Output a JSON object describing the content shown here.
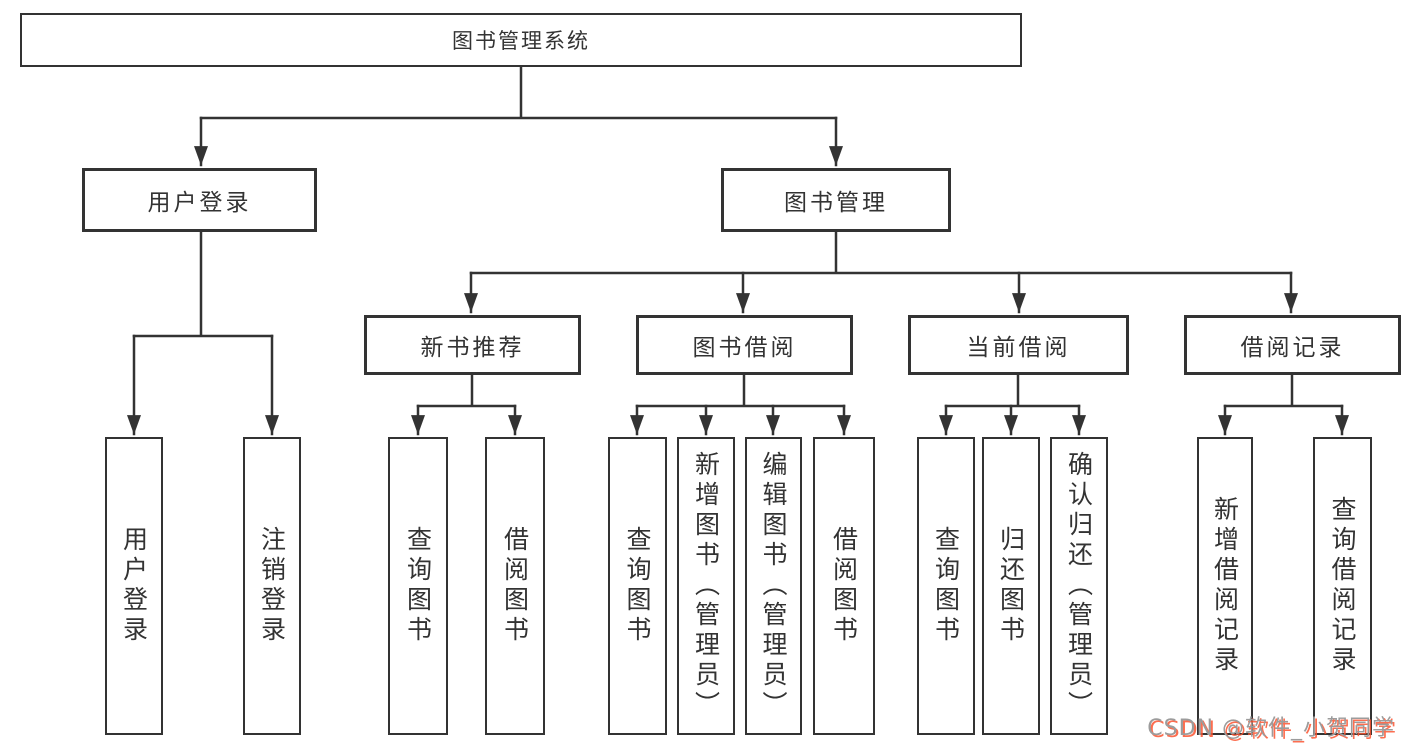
{
  "diagram_title": "图书管理系统",
  "watermark": "CSDN @软件_小贺同学",
  "colors": {
    "line": "#333333",
    "box_border": "#333333",
    "box_background": "#ffffff",
    "text": "#333333",
    "watermark_gray": "#9c9c9c",
    "watermark_red": "#fc5531"
  },
  "tree": {
    "label": "图书管理系统",
    "children": [
      {
        "label": "用户登录",
        "children": [
          {
            "label": "用户登录"
          },
          {
            "label": "注销登录"
          }
        ]
      },
      {
        "label": "图书管理",
        "children": [
          {
            "label": "新书推荐",
            "children": [
              {
                "label": "查询图书"
              },
              {
                "label": "借阅图书"
              }
            ]
          },
          {
            "label": "图书借阅",
            "children": [
              {
                "label": "查询图书"
              },
              {
                "label": "新增图书（管理员）"
              },
              {
                "label": "编辑图书（管理员）"
              },
              {
                "label": "借阅图书"
              }
            ]
          },
          {
            "label": "当前借阅",
            "children": [
              {
                "label": "查询图书"
              },
              {
                "label": "归还图书"
              },
              {
                "label": "确认归还（管理员）"
              }
            ]
          },
          {
            "label": "借阅记录",
            "children": [
              {
                "label": "新增借阅记录"
              },
              {
                "label": "查询借阅记录"
              }
            ]
          }
        ]
      }
    ]
  }
}
